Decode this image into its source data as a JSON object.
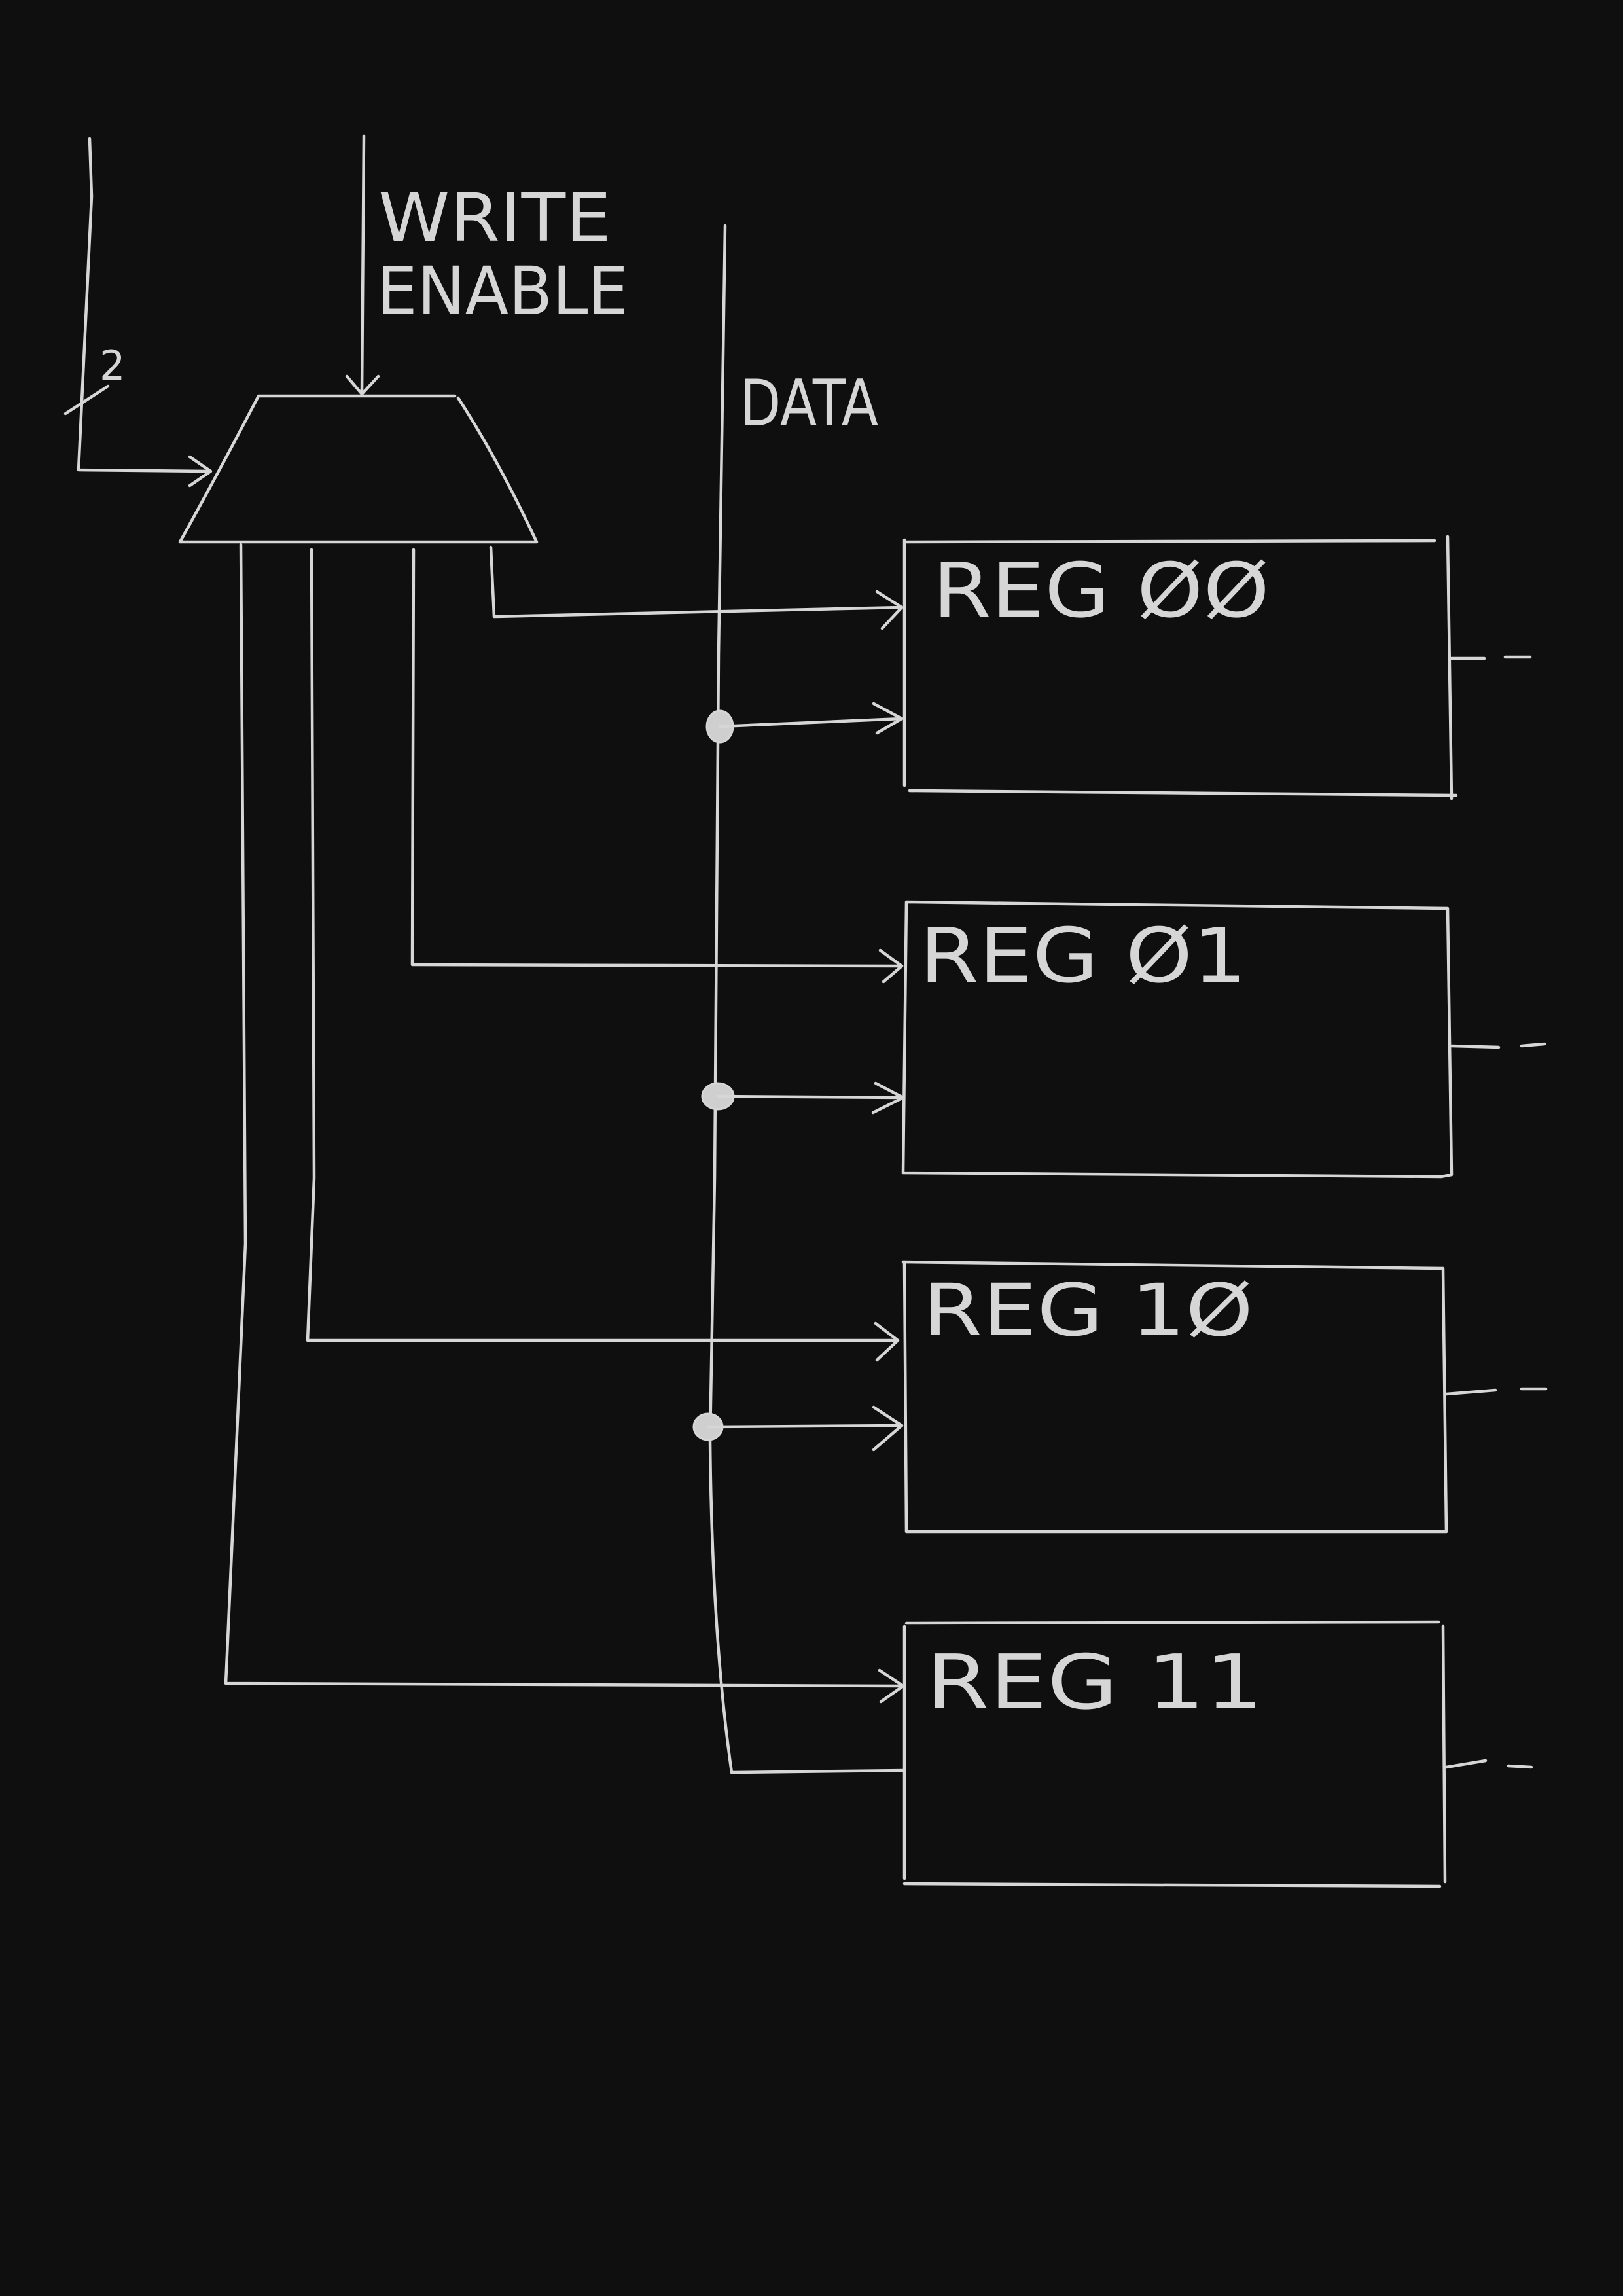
{
  "labels": {
    "select_width": "2",
    "write_enable_line1": "WRITE",
    "write_enable_line2": "ENABLE",
    "data": "DATA",
    "output_continuation": "- -"
  },
  "registers": [
    {
      "id": "00",
      "label": "REG  ØØ"
    },
    {
      "id": "01",
      "label": "REG  Ø1"
    },
    {
      "id": "10",
      "label": "REG  1Ø"
    },
    {
      "id": "11",
      "label": "REG  11"
    }
  ],
  "colors": {
    "background": "#0f0f0f",
    "stroke": "#d6d6d6"
  }
}
